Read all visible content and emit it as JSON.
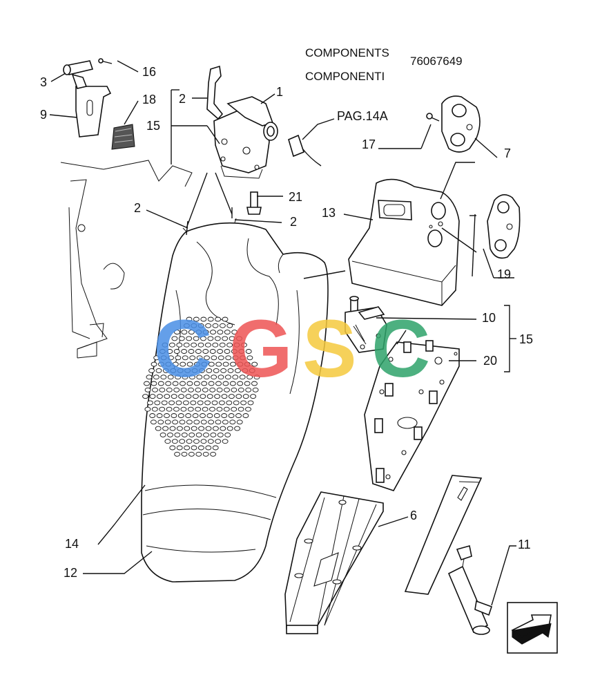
{
  "header": {
    "title_en": "COMPONENTS",
    "title_it": "COMPONENTI",
    "part_number": "76067649"
  },
  "page_reference": "PAG.14A",
  "watermark": {
    "letters": [
      "C",
      "G",
      "S",
      "C"
    ],
    "colors": [
      "#4a8fe6",
      "#ee5454",
      "#f5c93e",
      "#2ea36a"
    ]
  },
  "callouts": {
    "c1": "1",
    "c2a": "2",
    "c2b": "2",
    "c2c": "2",
    "c3": "3",
    "c6": "6",
    "c7": "7",
    "c9": "9",
    "c10": "10",
    "c11": "11",
    "c12": "12",
    "c13": "13",
    "c14": "14",
    "c15a": "15",
    "c15b": "15",
    "c16": "16",
    "c17": "17",
    "c18": "18",
    "c19": "19",
    "c20": "20",
    "c21": "21"
  },
  "icons": {
    "next_page": "arrow-right-icon"
  }
}
